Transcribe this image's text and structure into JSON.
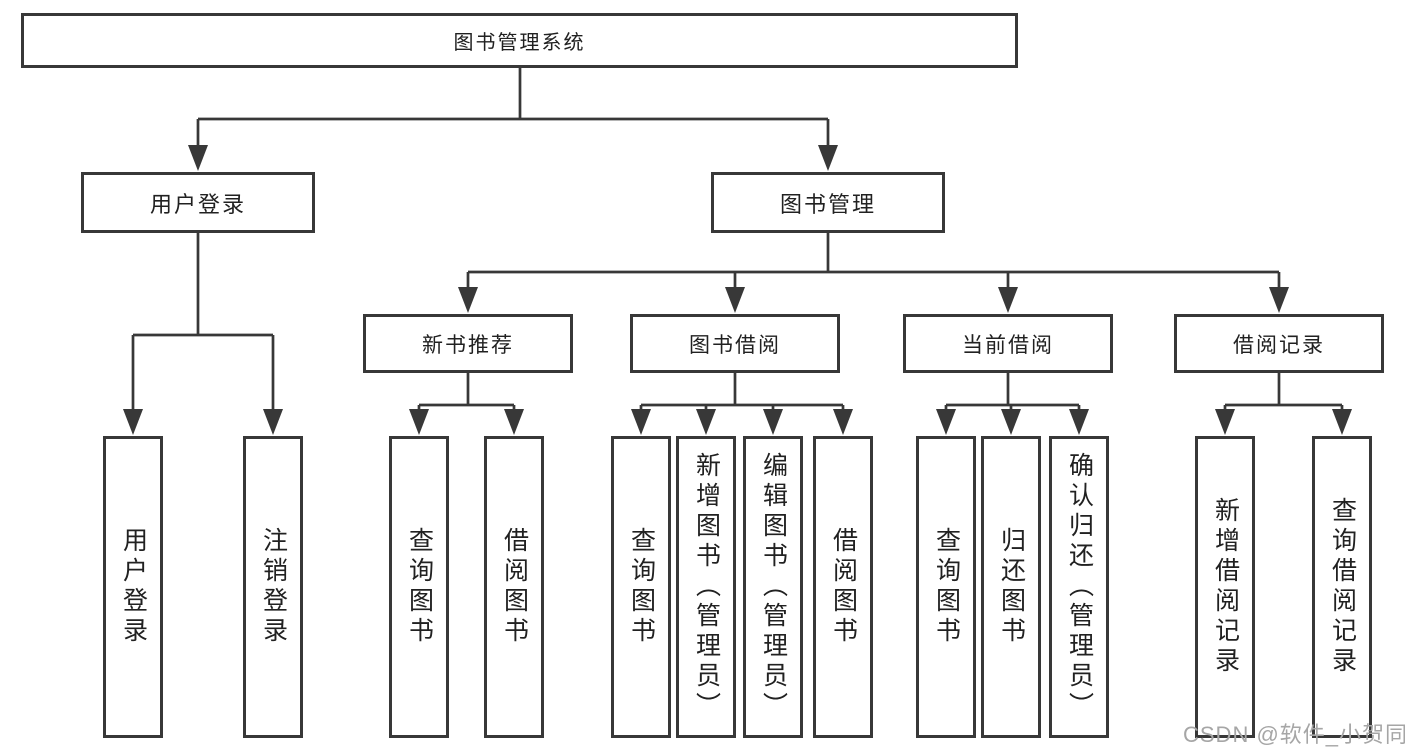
{
  "diagram": {
    "root": {
      "label": "图书管理系统"
    },
    "branches": [
      {
        "label": "用户登录",
        "children": [
          {
            "label": "用户登录"
          },
          {
            "label": "注销登录"
          }
        ]
      },
      {
        "label": "图书管理",
        "children": [
          {
            "label": "新书推荐",
            "children": [
              {
                "label": "查询图书"
              },
              {
                "label": "借阅图书"
              }
            ]
          },
          {
            "label": "图书借阅",
            "children": [
              {
                "label": "查询图书"
              },
              {
                "label": "新增图书（管理员）"
              },
              {
                "label": "编辑图书（管理员）"
              },
              {
                "label": "借阅图书"
              }
            ]
          },
          {
            "label": "当前借阅",
            "children": [
              {
                "label": "查询图书"
              },
              {
                "label": "归还图书"
              },
              {
                "label": "确认归还（管理员）"
              }
            ]
          },
          {
            "label": "借阅记录",
            "children": [
              {
                "label": "新增借阅记录"
              },
              {
                "label": "查询借阅记录"
              }
            ]
          }
        ]
      }
    ]
  },
  "watermark": {
    "text": "CSDN @软件_小贺同学"
  },
  "colors": {
    "line": "#383838",
    "text": "#212121",
    "background": "#ffffff",
    "watermark": "#a6a6a6"
  }
}
